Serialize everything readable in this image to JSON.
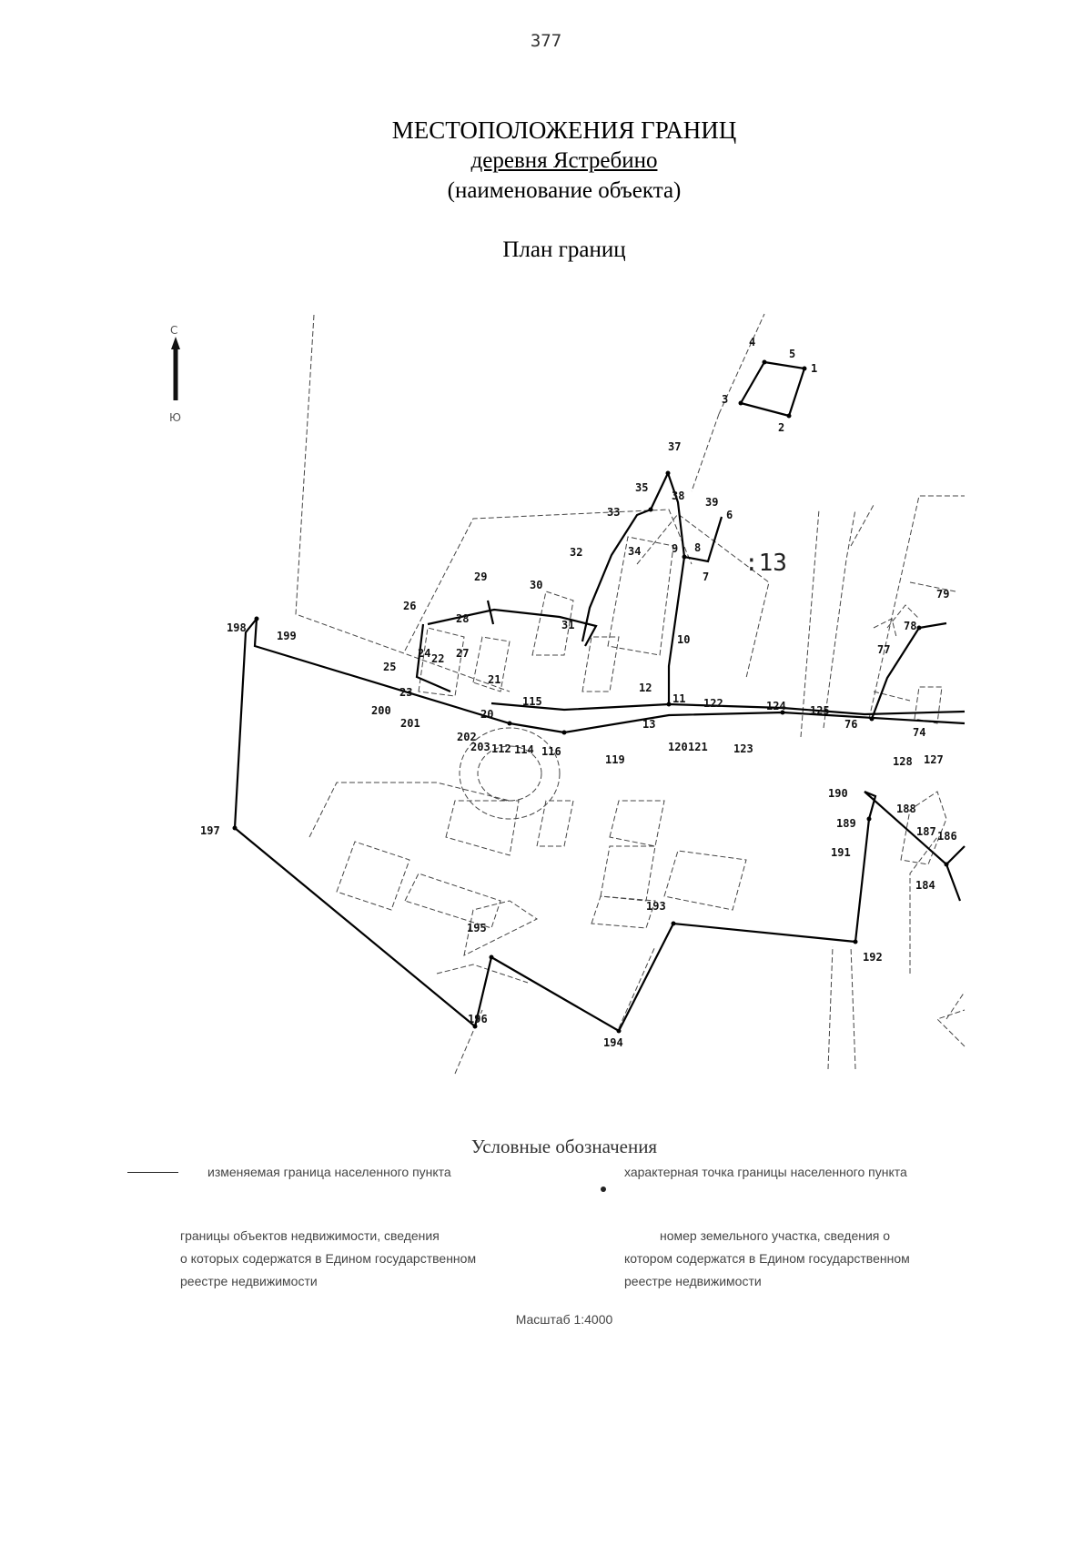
{
  "page_number": "377",
  "title": "МЕСТОПОЛОЖЕНИЯ ГРАНИЦ",
  "object_name": "деревня Ястребино",
  "object_caption": "(наименование объекта)",
  "plan_title": "План границ",
  "north_arrow": {
    "top_letter": "С",
    "bottom_letter": "Ю",
    "icon": "north-arrow-icon"
  },
  "parcel_number": ":13",
  "point_labels": [
    "4",
    "5",
    "1",
    "3",
    "2",
    "37",
    "35",
    "38",
    "39",
    "6",
    "33",
    "32",
    "34",
    "9",
    "8",
    "7",
    "29",
    "30",
    "26",
    "28",
    "31",
    "10",
    "198",
    "199",
    "24",
    "22",
    "27",
    "21",
    "25",
    "23",
    "12",
    "11",
    "122",
    "124",
    "125",
    "76",
    "79",
    "78",
    "77",
    "200",
    "201",
    "20",
    "115",
    "13",
    "202",
    "203",
    "112",
    "114",
    "116",
    "119",
    "120",
    "121",
    "123",
    "74",
    "128",
    "127",
    "190",
    "189",
    "188",
    "187",
    "186",
    "197",
    "191",
    "184",
    "195",
    "193",
    "192",
    "196",
    "194"
  ],
  "legend": {
    "title": "Условные обозначения",
    "boundary_line": "изменяемая граница населенного пункта",
    "boundary_point": "характерная точка границы населенного пункта",
    "objects_line1": "границы объектов недвижимости, сведения",
    "objects_line2": "о которых содержатся в Едином государственном",
    "objects_line3": "реестре недвижимости",
    "parcel_line1": "номер земельного участка, сведения о",
    "parcel_line2": "котором содержатся в Едином государственном",
    "parcel_line3": "реестре недвижимости"
  },
  "scale": "Масштаб 1:4000"
}
